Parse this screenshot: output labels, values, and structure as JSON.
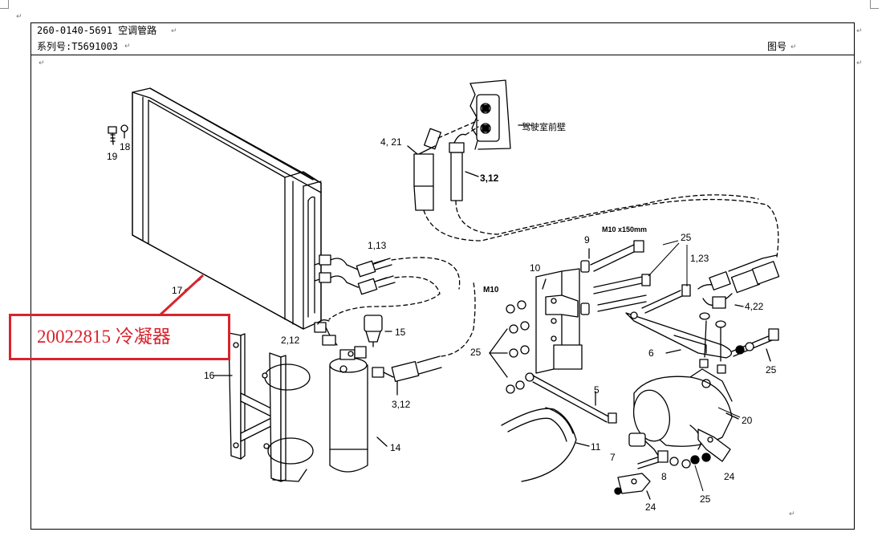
{
  "header": {
    "title_line": "260-0140-5691  空调管路",
    "series_line": "系列号:T5691003",
    "drawing_no_label": "图号"
  },
  "return_mark": "↵",
  "callout": {
    "text": "20022815  冷凝器",
    "color": "#d9232d"
  },
  "parts": {
    "p_4_21": "4, 21",
    "p_3_12_top": "3,12",
    "cab_wall": "驾驶室前壁",
    "p_1_13": "1,13",
    "p_2_12": "2,12",
    "p_15": "15",
    "p_3_12_bottom": "3,12",
    "p_14": "14",
    "p_16": "16",
    "p_17": "17",
    "p_18": "18",
    "p_19": "19",
    "p_10": "10",
    "p_m10": "M10",
    "p_25_left": "25",
    "p_9": "9",
    "p_m10x150": "M10 x150mm",
    "p_25_top": "25",
    "p_1_23": "1,23",
    "p_4_22": "4,22",
    "p_25_right": "25",
    "p_6": "6",
    "p_5": "5",
    "p_11": "11",
    "p_20": "20",
    "p_7": "7",
    "p_8": "8",
    "p_24_right": "24",
    "p_24_bottom": "24",
    "p_25_bottom": "25"
  },
  "colors": {
    "line": "#000000",
    "accent_red": "#d9232d"
  }
}
